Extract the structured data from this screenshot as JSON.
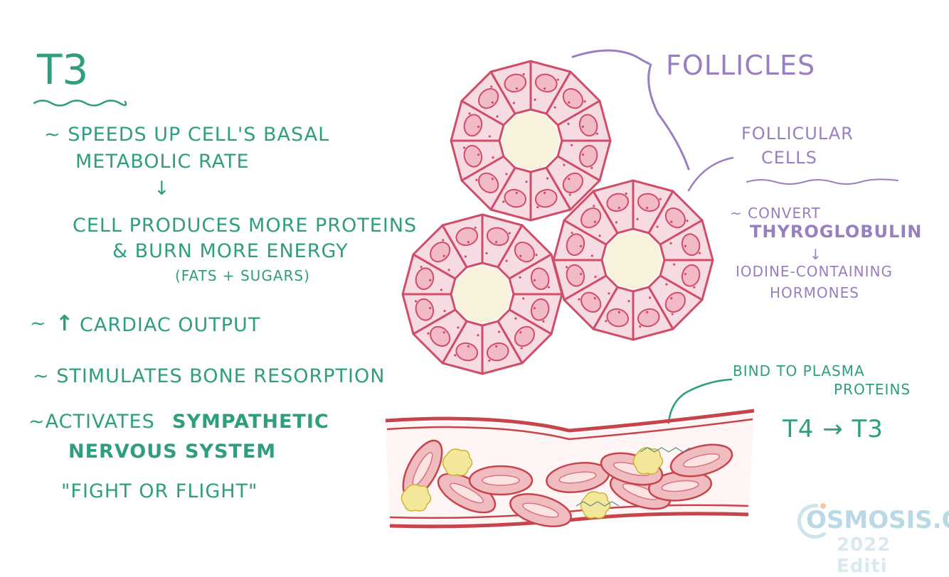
{
  "left": {
    "title": "T3",
    "b1_line1": "~ Speeds up cell's basal",
    "b1_line2": "metabolic rate",
    "arrow_down": "↓",
    "b1_line3": "Cell produces more proteins",
    "b1_line4": "& burn more energy",
    "b1_line5": "(fats + sugars)",
    "b2_prefix": "~",
    "b2_arrow": "↑",
    "b2_text": "Cardiac output",
    "b3": "~ Stimulates bone resorption",
    "b4_line1_prefix": "~Activates",
    "b4_line1_bold": "sympathetic",
    "b4_line2": "nervous system",
    "b4_line3": "\"Fight or flight\""
  },
  "right": {
    "follicles": "Follicles",
    "follicular_line1": "Follicular",
    "follicular_line2": "cells",
    "convert": "~ Convert",
    "thyroglobulin": "Thyroglobulin",
    "arrow_down": "↓",
    "iodine": "Iodine-containing",
    "hormones": "hormones",
    "bind_line1": "Bind to plasma",
    "bind_line2": "proteins",
    "t4_t3": "T4 → T3"
  },
  "logo": {
    "name": "OSMOSIS.OI",
    "edition": "2022 Editi"
  },
  "colors": {
    "green": "#2f9e7f",
    "purple": "#9a7ec2",
    "cell_fill": "#f7dbe2",
    "cell_stroke": "#d04d68",
    "colloid": "#f8f2dc",
    "vessel": "#c8444c",
    "rbc": "#f0bcc0"
  }
}
